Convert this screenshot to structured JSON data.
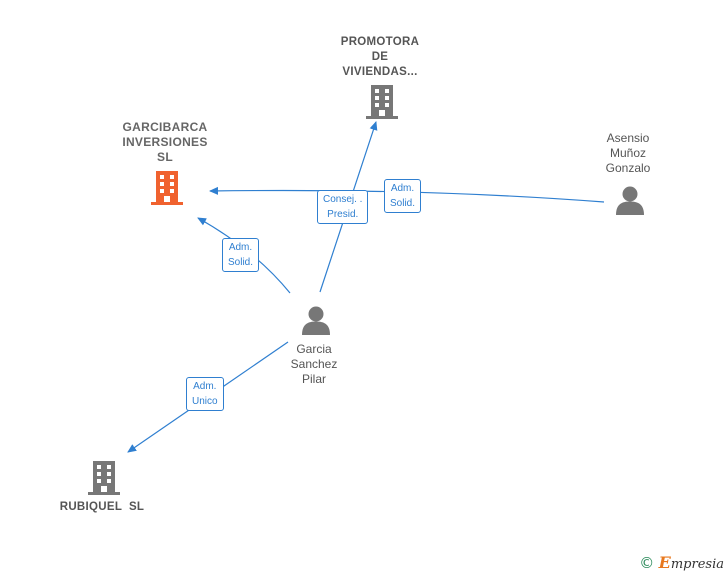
{
  "nodes": {
    "promotora": {
      "line1": "PROMOTORA",
      "line2": "DE",
      "line3": "VIVIENDAS..."
    },
    "garcibarca": {
      "line1": "GARCIBARCA",
      "line2": "INVERSIONES",
      "line3": "SL"
    },
    "asensio": {
      "line1": "Asensio",
      "line2": "Muñoz",
      "line3": "Gonzalo"
    },
    "garcia": {
      "line1": "Garcia",
      "line2": "Sanchez",
      "line3": "Pilar"
    },
    "rubiquel": {
      "line1": "RUBIQUEL  SL"
    }
  },
  "edges": {
    "consej": {
      "line1": "Consej. .",
      "line2": "Presid."
    },
    "adm_solid_top": {
      "line1": "Adm.",
      "line2": "Solid."
    },
    "adm_solid_left": {
      "line1": "Adm.",
      "line2": "Solid."
    },
    "adm_unico": {
      "line1": "Adm.",
      "line2": "Unico"
    }
  },
  "colors": {
    "edge": "#2f7fd0",
    "company_icon": "#777777",
    "main_company_icon": "#f0622f",
    "person_icon": "#777777"
  },
  "footer": {
    "copyright": "©",
    "brand_initial": "E",
    "brand_rest": "mpresia"
  }
}
